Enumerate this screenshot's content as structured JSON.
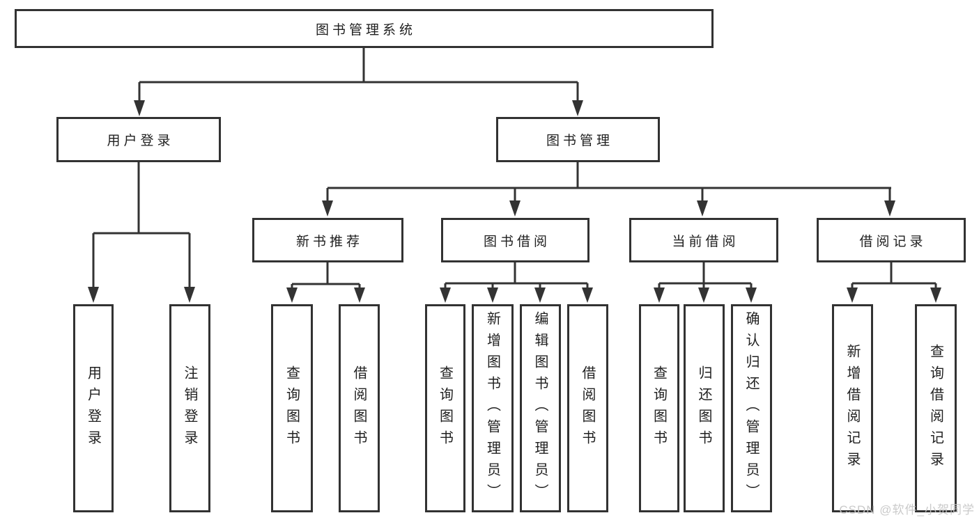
{
  "title": "图书管理系统",
  "tree": {
    "root": {
      "label": "图书管理系统"
    },
    "level2": [
      {
        "label": "用户登录"
      },
      {
        "label": "图书管理"
      }
    ],
    "level3": [
      {
        "label": "新书推荐"
      },
      {
        "label": "图书借阅"
      },
      {
        "label": "当前借阅"
      },
      {
        "label": "借阅记录"
      }
    ],
    "leaves": {
      "user_login": [
        "用户登录",
        "注销登录"
      ],
      "new_book": [
        "查询图书",
        "借阅图书"
      ],
      "book_borrow": [
        "查询图书",
        "新增图书（管理员）",
        "编辑图书（管理员）",
        "借阅图书"
      ],
      "current_borrow": [
        "查询图书",
        "归还图书",
        "确认归还（管理员）"
      ],
      "borrow_record": [
        "新增借阅记录",
        "查询借阅记录"
      ]
    }
  },
  "watermark": "CSDN @软件_小贺同学",
  "colors": {
    "line": "#333333",
    "border": "#323232",
    "text": "#1f1f1f",
    "box_background": "#ffffff",
    "watermark": "#c6c6c6",
    "page_background": "#ffffff"
  }
}
